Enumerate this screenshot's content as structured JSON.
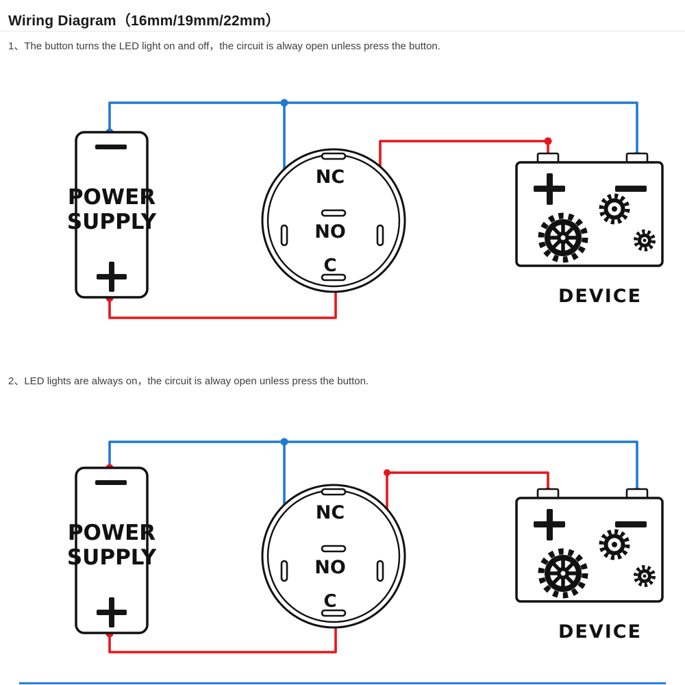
{
  "page": {
    "title": "Wiring Diagram（16mm/19mm/22mm）",
    "step1_caption": "1、The button turns the LED light on and off，the circuit is alway open unless press the button.",
    "step2_caption": "2、LED lights are always on，the circuit is alway open unless press the button."
  },
  "components": {
    "power_supply": {
      "name_line1": "POWER",
      "name_line2": "SUPPLY"
    },
    "switch": {
      "nc": "NC",
      "no": "NO",
      "c": "C"
    },
    "device": {
      "label": "DEVICE"
    }
  },
  "icons": {
    "power_minus_terminal": "minus-symbol",
    "power_plus_terminal": "plus-symbol",
    "device_plus_terminal": "plus-symbol",
    "device_minus_terminal": "minus-symbol",
    "device_gears": "gear-icons"
  },
  "colors": {
    "wire_positive_red": "#e8151b",
    "wire_negative_blue": "#1f7ad2",
    "outline_black": "#111111"
  }
}
